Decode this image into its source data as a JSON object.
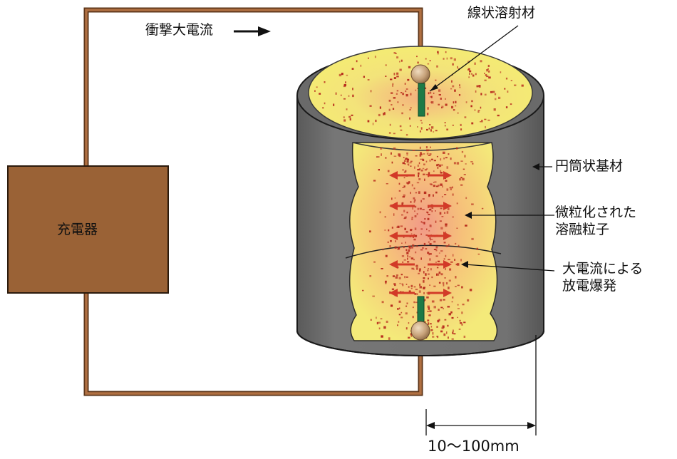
{
  "charger": {
    "label": "充電器"
  },
  "current": {
    "label": "衝撃大電流"
  },
  "labels": {
    "wire": "線状溶射材",
    "cylinder": "円筒状基材",
    "particles_line1": "微粒化された",
    "particles_line2": "溶融粒子",
    "discharge_line1": "大電流による",
    "discharge_line2": "放電爆発"
  },
  "dimension": {
    "label": "10～100mm"
  },
  "colors": {
    "charger_fill": "#9a6236",
    "wire_brown": "#a5663c",
    "cylinder_gray": "#707070",
    "yellow": "#f5ec72",
    "particle_red": "#b72a1c",
    "electrode_green": "#1c7a46"
  }
}
